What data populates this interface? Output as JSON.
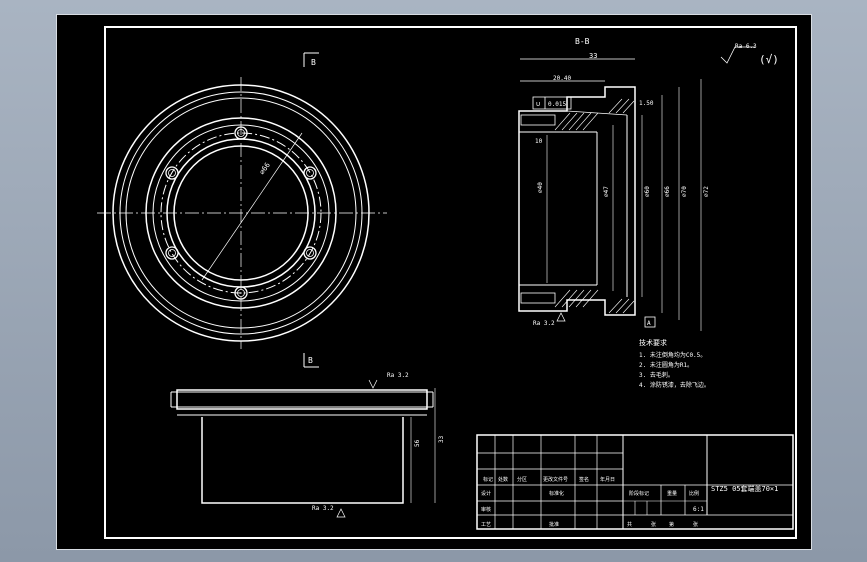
{
  "section_label": "B-B",
  "view_label_top": "B",
  "view_label_bottom": "B",
  "surface_roughness": "Ra 6.3",
  "roughness_general": "Ra 3.2",
  "roughness_section": "Ra 3.2",
  "roughness_bottom": "Ra 3.2",
  "roughness_paren": "(√)",
  "dimensions": {
    "width_33": "33",
    "width_20": "20.40",
    "tolerance": "0.015",
    "tol_symbol": "∪",
    "step": "1.50",
    "depth": "10",
    "d40": "⌀40",
    "d47": "⌀47",
    "d60": "⌀60",
    "d66": "⌀66",
    "d70": "⌀70",
    "d72": "⌀72",
    "bolt_circle": "⌀66",
    "height_56": "56",
    "height_33": "33",
    "datum": "A"
  },
  "tech_notes": {
    "title": "技术要求",
    "items": [
      "1. 未注倒角均为C0.5。",
      "2. 未注圆角为R1。",
      "3. 去毛刺。",
      "4. 涂防锈漆，去除飞边。"
    ]
  },
  "title_block": {
    "part_name": "STZ5 05套端盖70×1",
    "scale": "6:1",
    "cells": [
      "标记",
      "处数",
      "分区",
      "更改文件号",
      "签名",
      "年月日",
      "设计",
      "标准化",
      "阶段标记",
      "重量",
      "比例",
      "审核",
      "工艺",
      "批准",
      "共",
      "张",
      "第",
      "张"
    ]
  }
}
